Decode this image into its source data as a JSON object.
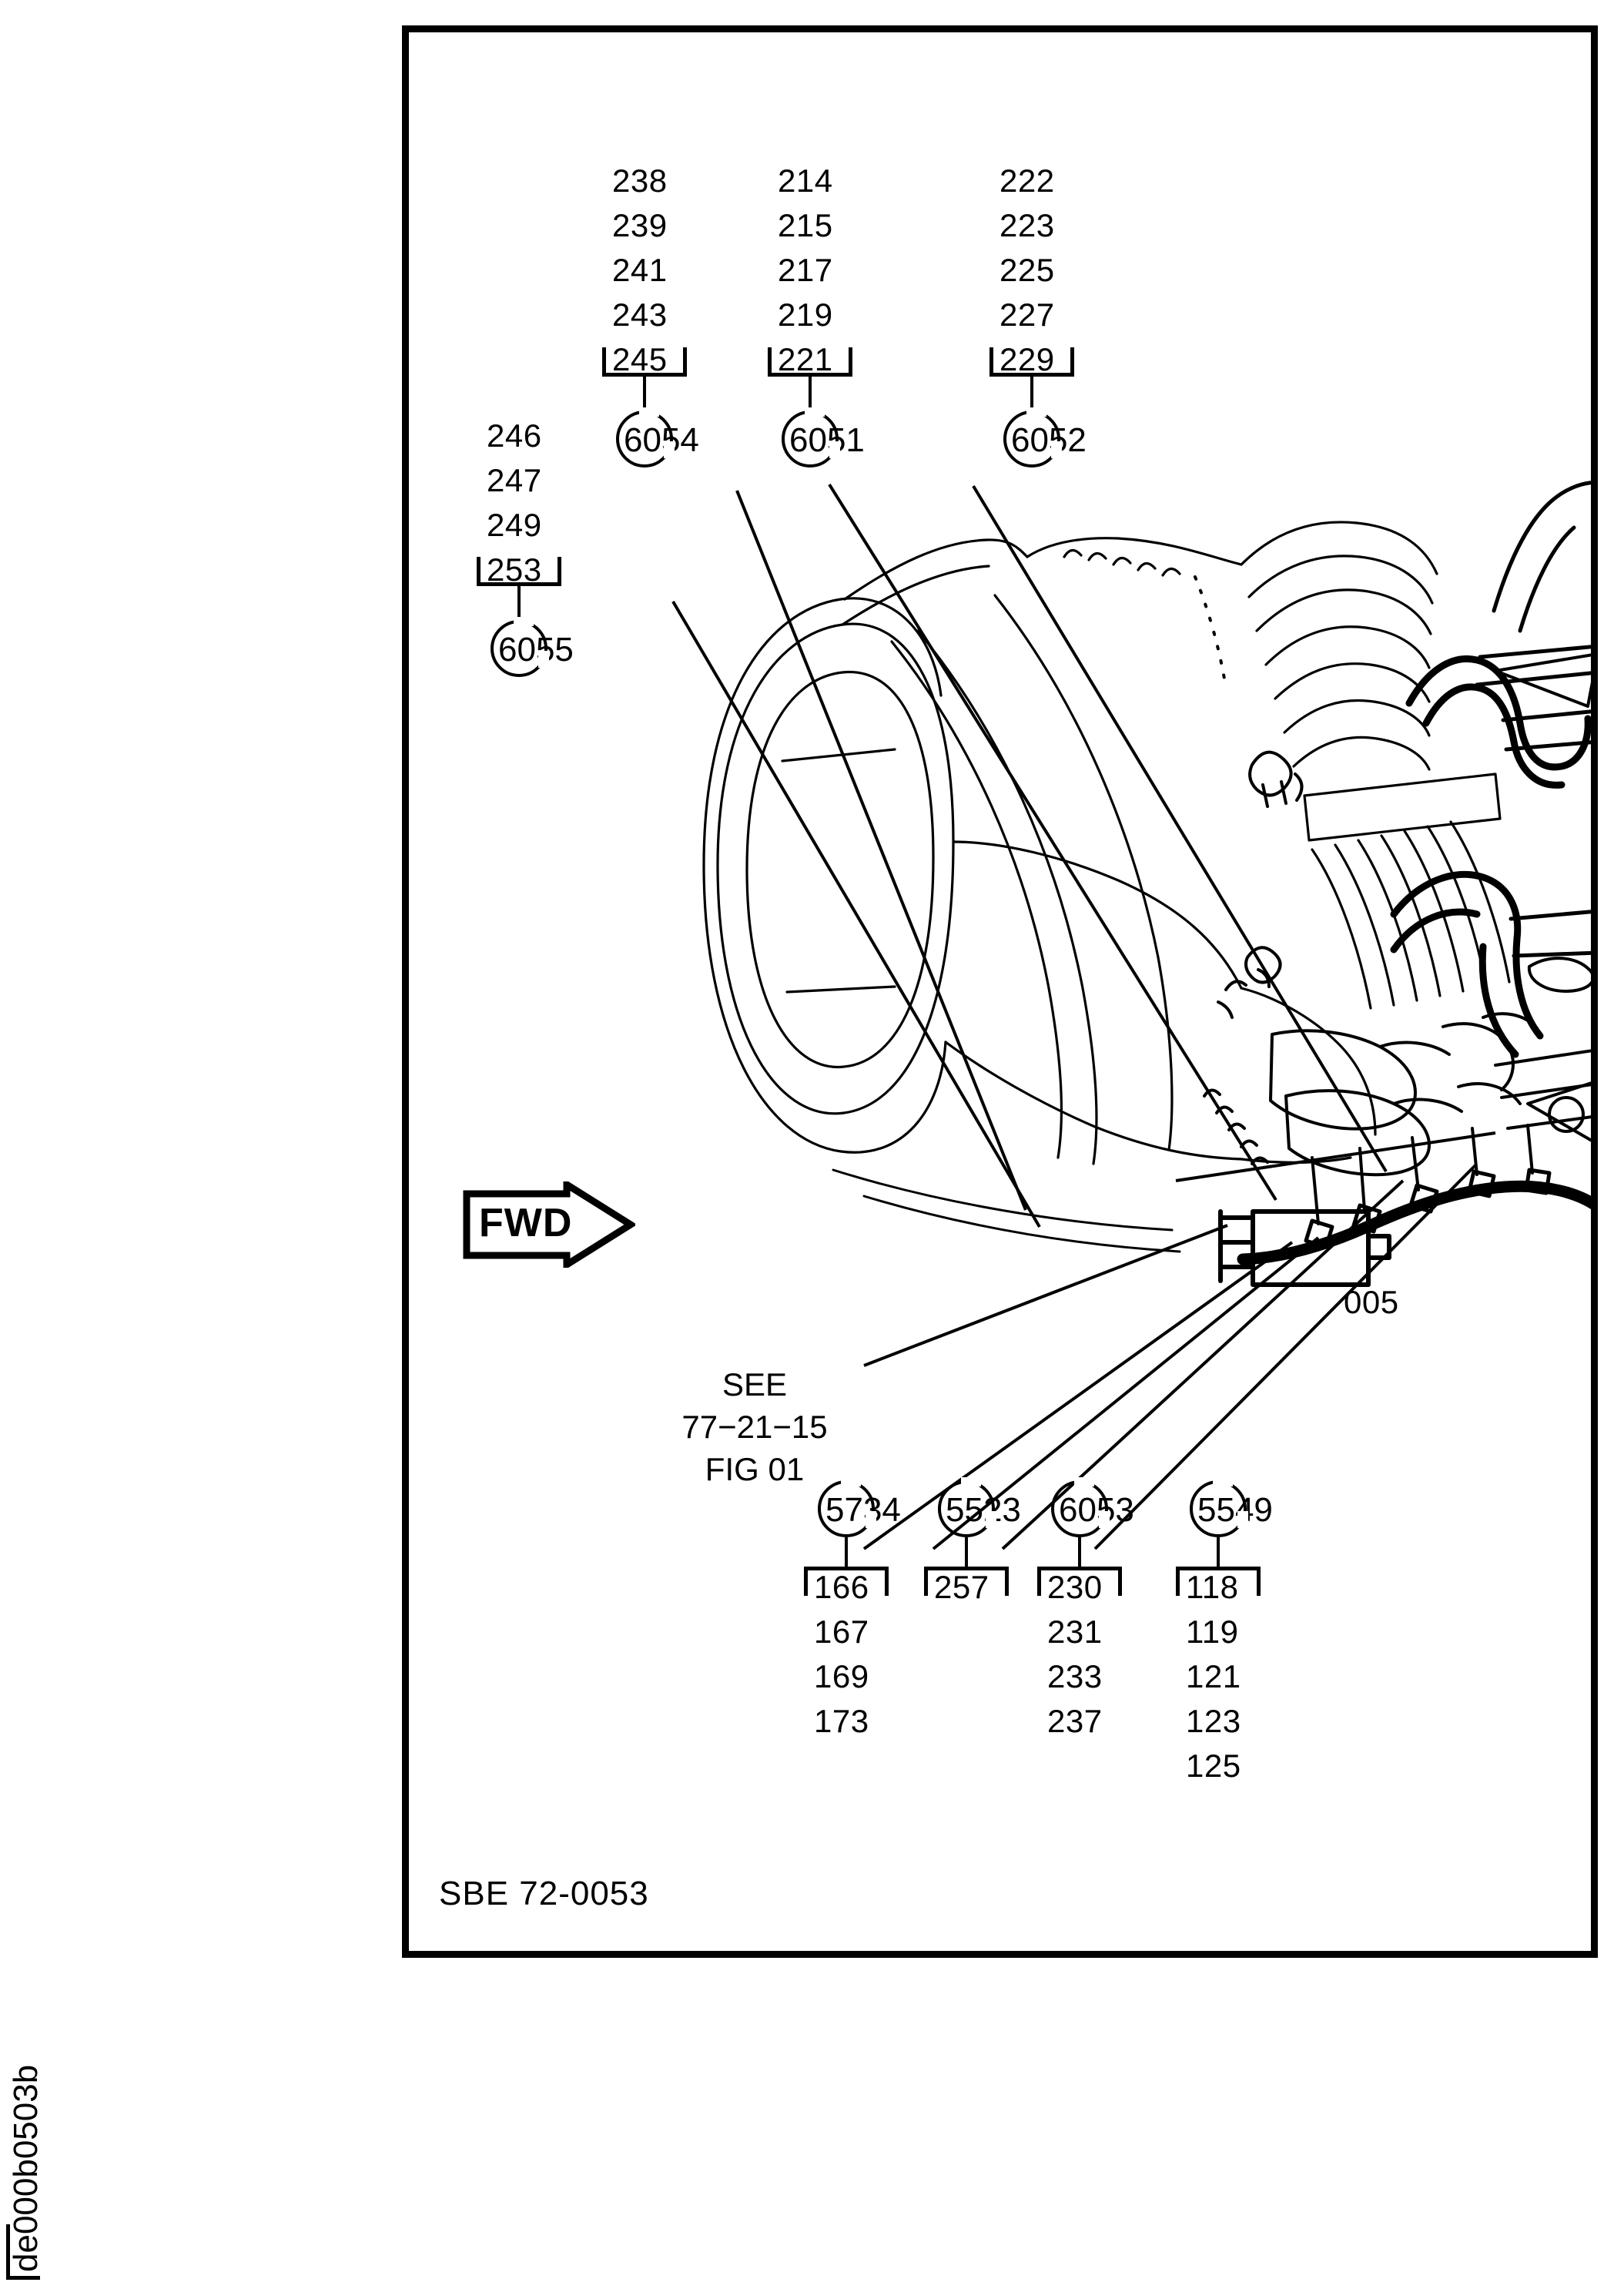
{
  "figure": {
    "caption": "SBE 72-0053",
    "margin_id": "de000b0503b",
    "orientation_arrow_label": "FWD"
  },
  "reference_note": {
    "line1": "SEE",
    "line2": "77−21−15",
    "line3": "FIG 01"
  },
  "top_callout_groups": [
    {
      "callout": "6054",
      "items": [
        "238",
        "239",
        "241",
        "243",
        "245"
      ],
      "bracket_item": "245"
    },
    {
      "callout": "6051",
      "items": [
        "214",
        "215",
        "217",
        "219",
        "221"
      ],
      "bracket_item": "221"
    },
    {
      "callout": "6052",
      "items": [
        "222",
        "223",
        "225",
        "227",
        "229"
      ],
      "bracket_item": "229"
    }
  ],
  "left_callout_group": {
    "callout": "6055",
    "items": [
      "246",
      "247",
      "249",
      "253"
    ],
    "bracket_item": "253"
  },
  "bottom_callout_groups": [
    {
      "callout": "5734",
      "items": [
        "166",
        "167",
        "169",
        "173"
      ],
      "bracket_item": "166"
    },
    {
      "callout": "5523",
      "items": [
        "257"
      ],
      "bracket_item": "257"
    },
    {
      "callout": "6053",
      "items": [
        "230",
        "231",
        "233",
        "237"
      ],
      "bracket_item": "230"
    },
    {
      "callout": "5549",
      "items": [
        "118",
        "119",
        "121",
        "123",
        "125"
      ],
      "bracket_item": "118"
    }
  ],
  "standalone_labels": [
    {
      "text": "005"
    }
  ],
  "colors": {
    "ink": "#000000",
    "paper": "#ffffff"
  }
}
